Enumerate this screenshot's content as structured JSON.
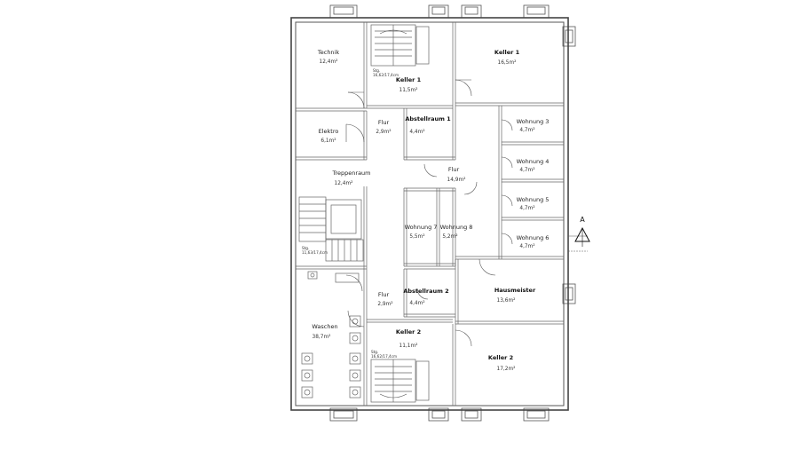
{
  "rooms": {
    "technik": {
      "name": "Technik",
      "area": "12,4m²"
    },
    "keller1_small": {
      "name": "Keller 1",
      "area": "11,5m²"
    },
    "keller1_big": {
      "name": "Keller 1",
      "area": "16,5m²"
    },
    "elektro": {
      "name": "Elektro",
      "area": "6,1m²"
    },
    "flur_top": {
      "name": "Flur",
      "area": "2,9m²"
    },
    "abstell1": {
      "name": "Abstellraum 1",
      "area": "4,4m²"
    },
    "wohnung3": {
      "name": "Wohnung 3",
      "area": "4,7m²"
    },
    "wohnung4": {
      "name": "Wohnung 4",
      "area": "4,7m²"
    },
    "treppenraum": {
      "name": "Treppenraum",
      "area": "12,4m²"
    },
    "flur_mid": {
      "name": "Flur",
      "area": "14,9m²"
    },
    "wohnung5": {
      "name": "Wohnung 5",
      "area": "4,7m²"
    },
    "wohnung7": {
      "name": "Wohnung 7",
      "area": "5,5m²"
    },
    "wohnung8": {
      "name": "Wohnung 8",
      "area": "5,2m²"
    },
    "wohnung6": {
      "name": "Wohnung 6",
      "area": "4,7m²"
    },
    "abstell2": {
      "name": "Abstellraum 2",
      "area": "4,4m²"
    },
    "hausmeister": {
      "name": "Hausmeister",
      "area": "13,6m²"
    },
    "flur_bottom": {
      "name": "Flur",
      "area": "2,9m²"
    },
    "waschen": {
      "name": "Waschen",
      "area": "38,7m²"
    },
    "keller2_small": {
      "name": "Keller 2",
      "area": "11,1m²"
    },
    "keller2_big": {
      "name": "Keller 2",
      "area": "17,2m²"
    }
  },
  "annotations": {
    "stair_top_1": "Stg.",
    "stair_top_2": "16,62/17,4cm",
    "stair_mid_1": "Stg.",
    "stair_mid_2": "11,63/17,4cm",
    "stair_bottom_1": "Stg.",
    "stair_bottom_2": "16,62/17,4cm",
    "section_marker": "A"
  }
}
